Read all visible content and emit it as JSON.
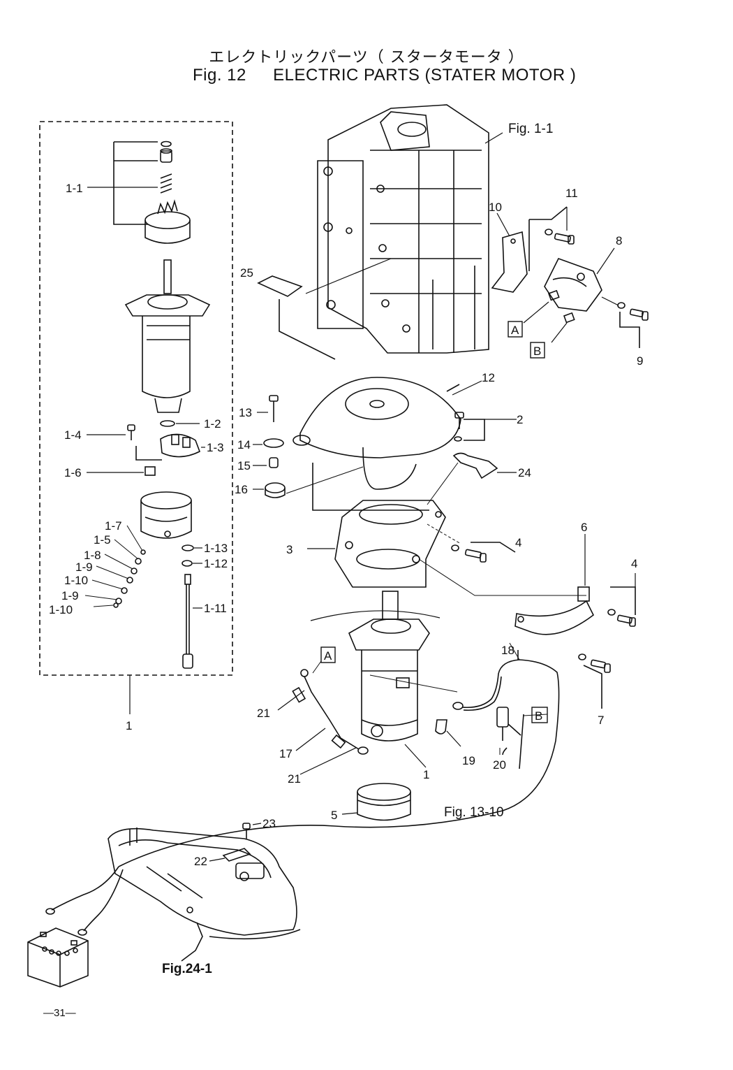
{
  "header": {
    "title_jp": "エレクトリックパーツ（ スタータモータ ）",
    "figure_number": "Fig. 12",
    "figure_title": "ELECTRIC PARTS (STATER MOTOR )"
  },
  "callouts": {
    "c1_1": "1-1",
    "c1_2": "1-2",
    "c1_3": "1-3",
    "c1_4": "1-4",
    "c1_5": "1-5",
    "c1_6": "1-6",
    "c1_7": "1-7",
    "c1_8": "1-8",
    "c1_9a": "1-9",
    "c1_9b": "1-9",
    "c1_10a": "1-10",
    "c1_10b": "1-10",
    "c1_11": "1-11",
    "c1_12": "1-12",
    "c1_13": "1-13",
    "c1a": "1",
    "c1b": "1",
    "c2": "2",
    "c3": "3",
    "c4a": "4",
    "c4b": "4",
    "c5": "5",
    "c6": "6",
    "c7": "7",
    "c8": "8",
    "c9": "9",
    "c10": "10",
    "c11": "11",
    "c12": "12",
    "c13": "13",
    "c14": "14",
    "c15": "15",
    "c16": "16",
    "c17": "17",
    "c18": "18",
    "c19": "19",
    "c20": "20",
    "c21a": "21",
    "c21b": "21",
    "c22": "22",
    "c23": "23",
    "c24": "24",
    "c25": "25"
  },
  "connectors": {
    "a1": "A",
    "a2": "A",
    "b1": "B",
    "b2": "B"
  },
  "references": {
    "fig_1_1": "Fig. 1-1",
    "fig_13_10": "Fig. 13-10",
    "fig_24_1": "Fig.24-1"
  },
  "footer": {
    "page_number": "—31—"
  }
}
